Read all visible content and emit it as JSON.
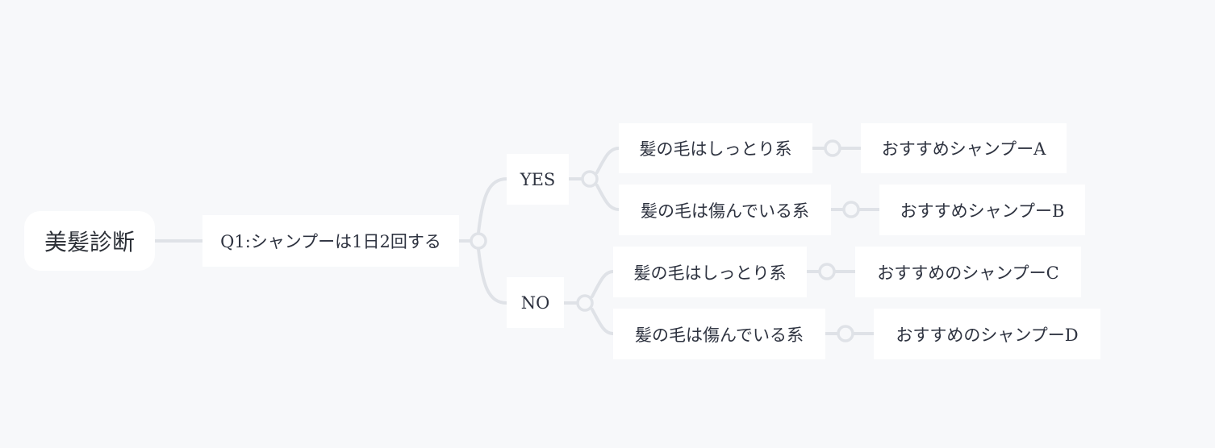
{
  "mindmap": {
    "root": {
      "label": "美髪診断"
    },
    "q1": {
      "label": "Q1:シャンプーは1日2回する"
    },
    "yes": {
      "label": "YES",
      "children": [
        {
          "label": "髪の毛はしっとり系",
          "result": "おすすめシャンプーA"
        },
        {
          "label": "髪の毛は傷んでいる系",
          "result": "おすすめシャンプーB"
        }
      ]
    },
    "no": {
      "label": "NO",
      "children": [
        {
          "label": "髪の毛はしっとり系",
          "result": "おすすめのシャンプーC"
        },
        {
          "label": "髪の毛は傷んでいる系",
          "result": "おすすめのシャンプーD"
        }
      ]
    }
  },
  "colors": {
    "background": "#f7f8fa",
    "node_fill": "#ffffff",
    "connector": "#dfe2e7",
    "text": "#2e3340"
  }
}
